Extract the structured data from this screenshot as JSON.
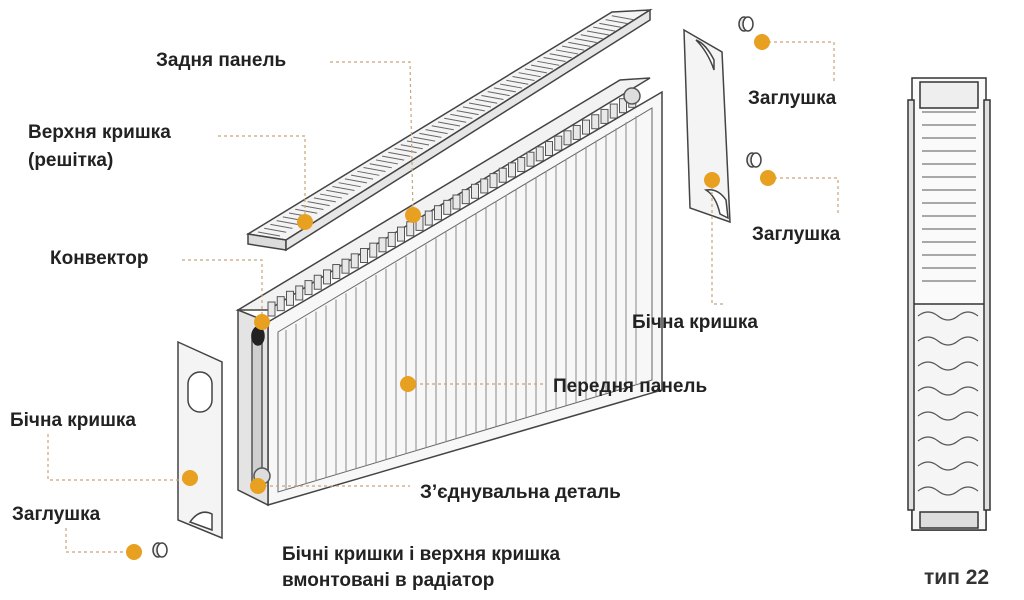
{
  "colors": {
    "marker": "#e8a020",
    "leader": "#c9a47a",
    "line": "#444444",
    "text": "#222222"
  },
  "labels": {
    "back_panel": "Задня панель",
    "top_cover_line1": "Верхня кришка",
    "top_cover_line2": "(решітка)",
    "convector": "Конвектор",
    "side_cover_right": "Бічна кришка",
    "side_cover_left": "Бічна кришка",
    "front_panel": "Передня панель",
    "connecting_part": "З’єднувальна деталь",
    "plug_1": "Заглушка",
    "plug_2": "Заглушка",
    "plug_3": "Заглушка"
  },
  "note": {
    "line1": "Бічні кришки і верхня кришка",
    "line2": "вмонтовані в радіатор"
  },
  "type_label": "тип 22"
}
